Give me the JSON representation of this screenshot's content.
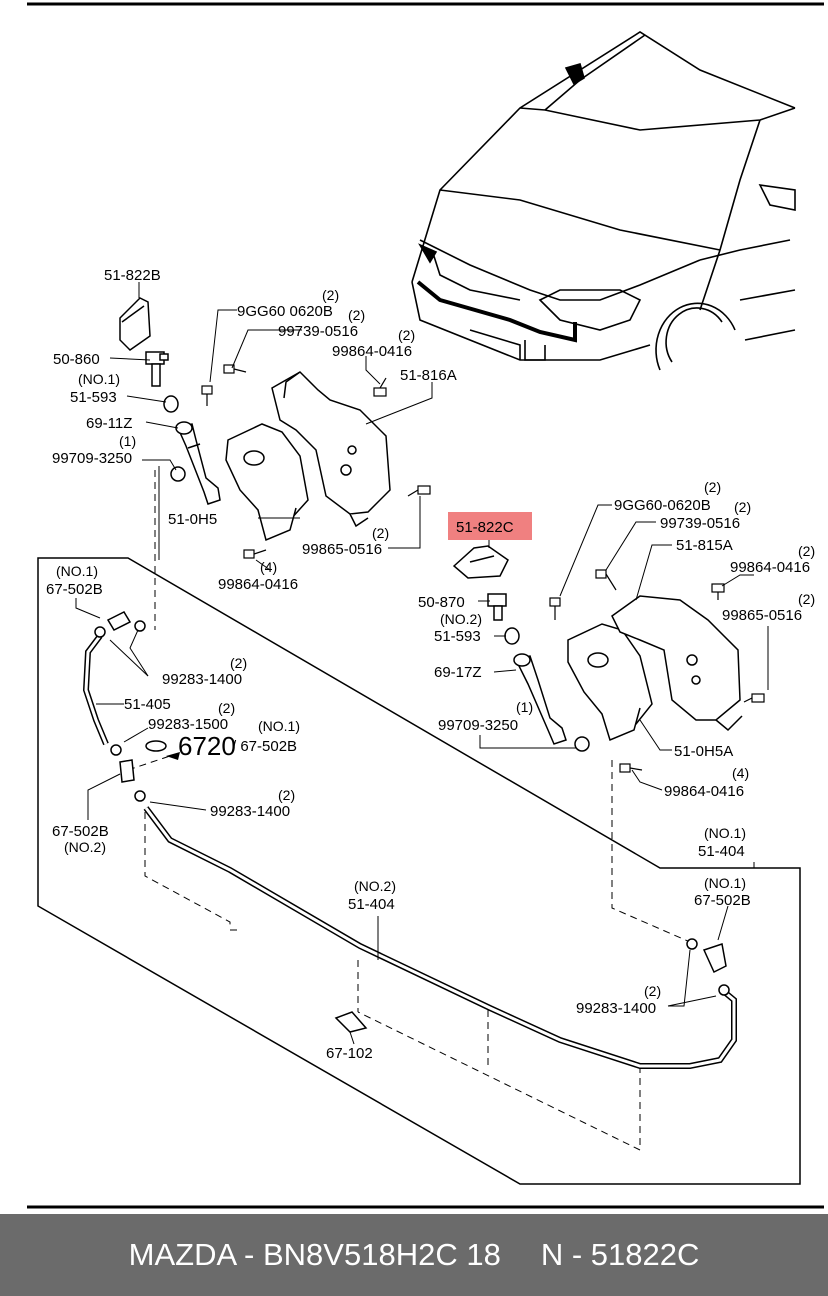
{
  "highlight_color": "#f08080",
  "highlighted_part": "51-822C",
  "labels": {
    "p51822B": "51-822B",
    "p9GG60_left": "9GG60 0620B",
    "p9GG60_left_qty": "(2)",
    "p99739_left": "99739-0516",
    "p99739_left_qty": "(2)",
    "p99864_top_left": "99864-0416",
    "p99864_top_left_qty": "(2)",
    "p51816A": "51-816A",
    "p50860": "50-860",
    "p51593_left_no": "(NO.1)",
    "p51593_left": "51-593",
    "p6911Z": "69-11Z",
    "p99709_left_qty": "(1)",
    "p99709_left": "99709-3250",
    "p510H5": "51-0H5",
    "p99865_left_qty": "(2)",
    "p99865_left": "99865-0516",
    "p99864_bot_left_qty": "(4)",
    "p99864_bot_left": "99864-0416",
    "p51822C": "51-822C",
    "p9GG60_right_qty": "(2)",
    "p9GG60_right": "9GG60-0620B",
    "p99739_right_qty": "(2)",
    "p99739_right": "99739-0516",
    "p51815A": "51-815A",
    "p99864_top_right_qty": "(2)",
    "p99864_top_right": "99864-0416",
    "p99865_right_qty": "(2)",
    "p99865_right": "99865-0516",
    "p50870": "50-870",
    "p51593_right_no": "(NO.2)",
    "p51593_right": "51-593",
    "p6917Z": "69-17Z",
    "p99709_right_qty": "(1)",
    "p99709_right": "99709-3250",
    "p510H5A": "51-0H5A",
    "p99864_bot_right_qty": "(4)",
    "p99864_bot_right": "99864-0416",
    "p67502B_top_no": "(NO.1)",
    "p67502B_top": "67-502B",
    "p99283_1400_a_qty": "(2)",
    "p99283_1400_a": "99283-1400",
    "p51405": "51-405",
    "p99283_1500_qty": "(2)",
    "p99283_1500": "99283-1500",
    "p67502B_mid_no": "(NO.1)",
    "p6720": "6720",
    "p67502B_mid": "/ 67-502B",
    "p67502B_bot": "67-502B",
    "p67502B_bot_no": "(NO.2)",
    "p99283_1400_b_qty": "(2)",
    "p99283_1400_b": "99283-1400",
    "p51404_right_no": "(NO.1)",
    "p51404_right": "51-404",
    "p67502B_right_no": "(NO.1)",
    "p67502B_right": "67-502B",
    "p51404_mid_no": "(NO.2)",
    "p51404_mid": "51-404",
    "p99283_1400_c_qty": "(2)",
    "p99283_1400_c": "99283-1400",
    "p67102": "67-102"
  },
  "footer": {
    "brand_part": "MAZDA - BN8V518H2C 18",
    "ref_part": "N - 51822C"
  }
}
